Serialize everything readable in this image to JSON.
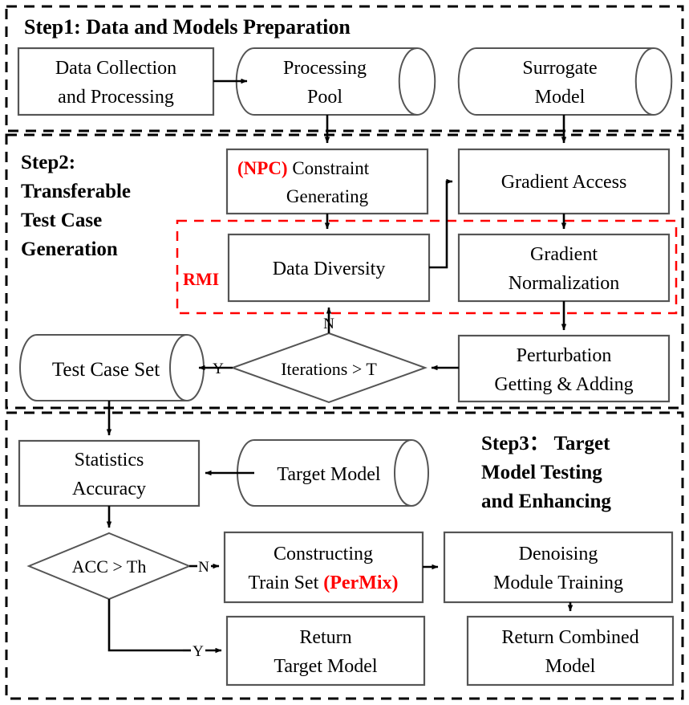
{
  "figure": {
    "type": "flowchart",
    "title": "Three-step framework flowchart",
    "colors": {
      "box_stroke": "#555555",
      "line": "#000000",
      "accent_red": "#ff0000",
      "background": "#ffffff"
    }
  },
  "steps": [
    {
      "id": "step1",
      "label": "Step1: Data and Models Preparation",
      "nodes": [
        {
          "id": "data-collection",
          "shape": "rect",
          "text_lines": [
            "Data Collection",
            "and Processing"
          ]
        },
        {
          "id": "processing-pool",
          "shape": "cylinder",
          "text_lines": [
            "Processing",
            "Pool"
          ]
        },
        {
          "id": "surrogate-model",
          "shape": "cylinder",
          "text_lines": [
            "Surrogate",
            "Model"
          ]
        }
      ]
    },
    {
      "id": "step2",
      "label_lines": [
        "Step2:",
        "Transferable",
        "Test Case",
        "Generation"
      ],
      "group_label": "RMI",
      "nodes": [
        {
          "id": "constraint-generating",
          "shape": "rect",
          "prefix": "(NPC)",
          "text_lines": [
            " Constraint",
            "Generating"
          ]
        },
        {
          "id": "gradient-access",
          "shape": "rect",
          "text_lines": [
            "Gradient Access"
          ]
        },
        {
          "id": "data-diversity",
          "shape": "rect",
          "text_lines": [
            "Data Diversity"
          ]
        },
        {
          "id": "gradient-normalization",
          "shape": "rect",
          "text_lines": [
            "Gradient",
            "Normalization"
          ]
        },
        {
          "id": "test-case-set",
          "shape": "cylinder",
          "text_lines": [
            "Test Case Set"
          ]
        },
        {
          "id": "iterations-decision",
          "shape": "diamond",
          "text_lines": [
            "Iterations > T"
          ]
        },
        {
          "id": "perturbation",
          "shape": "rect",
          "text_lines": [
            "Perturbation",
            "Getting & Adding"
          ]
        }
      ],
      "edge_labels": {
        "yes": "Y",
        "no": "N"
      }
    },
    {
      "id": "step3",
      "label_lines": [
        "Step3： Target",
        "Model Testing",
        "and Enhancing"
      ],
      "nodes": [
        {
          "id": "statistics-accuracy",
          "shape": "rect",
          "text_lines": [
            "Statistics",
            "Accuracy"
          ]
        },
        {
          "id": "target-model",
          "shape": "cylinder",
          "text_lines": [
            "Target Model"
          ]
        },
        {
          "id": "acc-decision",
          "shape": "diamond",
          "text_lines": [
            "ACC > Th"
          ]
        },
        {
          "id": "constructing-train-set",
          "shape": "rect",
          "text_lines": [
            "Constructing",
            "Train Set "
          ],
          "suffix": "(PerMix)"
        },
        {
          "id": "denoising-module",
          "shape": "rect",
          "text_lines": [
            "Denoising",
            "Module Training"
          ]
        },
        {
          "id": "return-target-model",
          "shape": "rect",
          "text_lines": [
            "Return",
            "Target Model"
          ]
        },
        {
          "id": "return-combined-model",
          "shape": "rect",
          "text_lines": [
            "Return Combined",
            "Model"
          ]
        }
      ],
      "edge_labels": {
        "yes": "Y",
        "no": "N"
      }
    }
  ],
  "text": {
    "step1_label": "Step1: Data and Models Preparation",
    "step2_l1": "Step2:",
    "step2_l2": "Transferable",
    "step2_l3": "Test Case",
    "step2_l4": "Generation",
    "step3_l1": "Step3： Target",
    "step3_l2": "Model Testing",
    "step3_l3": "and Enhancing",
    "rmi": "RMI",
    "npc": "(NPC)",
    "permix": "(PerMix)",
    "data_collection_1": "Data Collection",
    "data_collection_2": "and Processing",
    "processing_pool_1": "Processing",
    "processing_pool_2": "Pool",
    "surrogate_1": "Surrogate",
    "surrogate_2": "Model",
    "constraint_1": " Constraint",
    "constraint_2": "Generating",
    "gradient_access": "Gradient Access",
    "data_diversity": "Data Diversity",
    "gradient_norm_1": "Gradient",
    "gradient_norm_2": "Normalization",
    "test_case_set": "Test Case Set",
    "iterations": "Iterations > T",
    "perturbation_1": "Perturbation",
    "perturbation_2": "Getting & Adding",
    "statistics_1": "Statistics",
    "statistics_2": "Accuracy",
    "target_model": "Target Model",
    "acc_th": "ACC > Th",
    "constructing_1": "Constructing",
    "constructing_2": "Train Set ",
    "denoising_1": "Denoising",
    "denoising_2": "Module Training",
    "return_target_1": "Return",
    "return_target_2": "Target Model",
    "return_combined_1": "Return Combined",
    "return_combined_2": "Model",
    "y1": "Y",
    "n1": "N",
    "y2": "Y",
    "n2": "N"
  }
}
